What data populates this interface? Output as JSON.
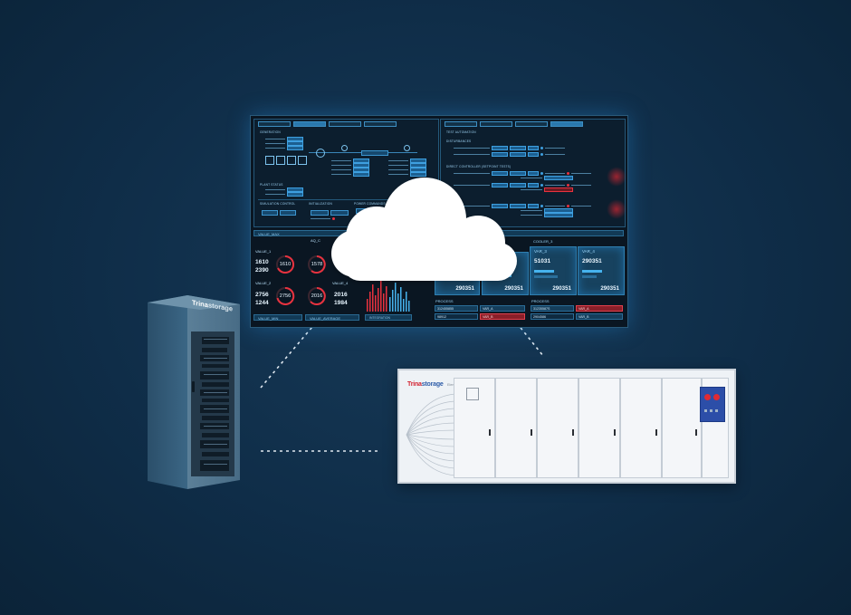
{
  "colors": {
    "background": "#0f2d48",
    "accent_blue": "#3ea0e0",
    "alert_red": "#e8323f",
    "brand_red": "#d32230",
    "brand_blue": "#2d5ca8",
    "container_body": "#eef2f6"
  },
  "icons": [
    "cloud-icon",
    "server-cabinet-icon",
    "battery-container-icon",
    "gauge-icon"
  ],
  "dashboard": {
    "left_panel": {
      "sections": [
        "GENERATION",
        "PLANT STATUS",
        "SIMULATION CONTROL",
        "INITIALIZATION",
        "POWER COMMANDS"
      ]
    },
    "right_panel": {
      "sections": [
        "TEST AUTOMATION",
        "DISTURBANCES",
        "DIRECT CONTROLLER (SETPOINT TESTS)"
      ]
    },
    "value_max_label": "VALUE_MAX",
    "value_min_label": "VALUE_MIN",
    "value_average_label": "VALUE_AVERAGE",
    "aq_label": "AQ_C",
    "value1": {
      "label": "VALUE_1",
      "a": "1610",
      "b": "2390",
      "gauge": "1610",
      "gauge2": "1578"
    },
    "value2": {
      "label": "VALUE_2",
      "a": "2756",
      "b": "1244",
      "gauge": "2756",
      "gauge2": "2016",
      "gauge2_label": "VALUE_4",
      "c": "2016",
      "d": "1984"
    },
    "cooler": {
      "title": "COOLER_3"
    },
    "cards": [
      {
        "title": "VAR_3",
        "value": "51031",
        "foot": "290351"
      },
      {
        "title": "VAR_4",
        "value": "290351",
        "foot": "290351"
      }
    ],
    "card_left_foot": "290351",
    "card_left_foot2": "290351",
    "process": [
      {
        "head": "PROCESS",
        "rows": [
          [
            "312455855",
            "VAR_A"
          ],
          [
            "98912",
            "VAR_B"
          ]
        ]
      },
      {
        "head": "PROCESS",
        "rows": [
          [
            "31235587S",
            "VAR_A"
          ],
          [
            "2904586",
            "VAR_B"
          ]
        ]
      }
    ],
    "integration_label": "INTEGRATION"
  },
  "container": {
    "brand_part1": "Trina",
    "brand_part2": "storage",
    "brand_sub": "Elementa"
  },
  "cabinet": {
    "brand_part1": "Trina",
    "brand_part2": "storage"
  }
}
